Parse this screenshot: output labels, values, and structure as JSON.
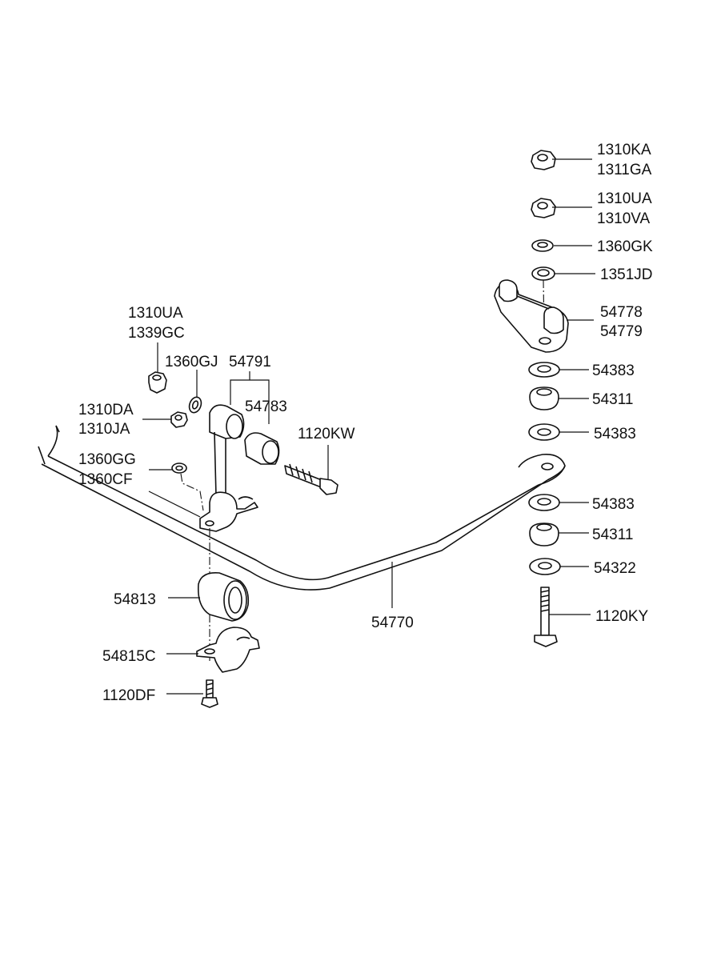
{
  "labels": {
    "nut_1310ka": "1310KA",
    "nut_1311ga": "1311GA",
    "nut_1310ua_r": "1310UA",
    "nut_1310va": "1310VA",
    "washer_1360gk": "1360GK",
    "washer_1351jd": "1351JD",
    "bracket_54778": "54778",
    "bracket_54779": "54779",
    "washer_54383_a": "54383",
    "bushing_54311_a": "54311",
    "washer_54383_b": "54383",
    "washer_54383_c": "54383",
    "bushing_54311_b": "54311",
    "washer_54322": "54322",
    "bolt_1120ky": "1120KY",
    "nut_1310ua_l": "1310UA",
    "nut_1339gc": "1339GC",
    "washer_1360gj": "1360GJ",
    "link_54791": "54791",
    "bushing_54783": "54783",
    "nut_1310da": "1310DA",
    "nut_1310ja": "1310JA",
    "bolt_1120kw": "1120KW",
    "washer_1360gg": "1360GG",
    "washer_1360cf": "1360CF",
    "stabilizer_bar_54770": "54770",
    "bushing_54813": "54813",
    "clamp_54815c": "54815C",
    "bolt_1120df": "1120DF"
  }
}
